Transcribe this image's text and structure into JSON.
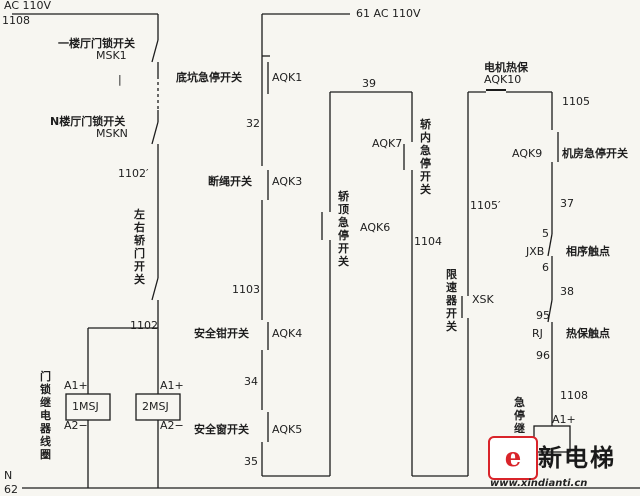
{
  "diagram": {
    "supply_top": "AC 110V",
    "supply_top_wire": "1108",
    "supply_right": "61  AC 110V",
    "neutral_label": "N",
    "neutral_wire": "62",
    "switches": {
      "msk1_name": "一楼厅门锁开关",
      "msk1_code": "MSK1",
      "mskn_name": "N楼厅门锁开关",
      "mskn_code": "MSKN",
      "car_door": "左右轿门开关",
      "aqk1_name": "底坑急停开关",
      "aqk1_code": "AQK1",
      "aqk3_name": "断绳开关",
      "aqk3_code": "AQK3",
      "aqk4_name": "安全钳开关",
      "aqk4_code": "AQK4",
      "aqk5_name": "安全窗开关",
      "aqk5_code": "AQK5",
      "aqk6_name": "轿顶急停开关",
      "aqk6_code": "AQK6",
      "aqk7_name": "轿内急停开关",
      "aqk7_code": "AQK7",
      "aqk10_name": "电机热保",
      "aqk10_code": "AQK10",
      "xsk_name": "限速器开关",
      "xsk_code": "XSK",
      "aqk9_name": "机房急停开关",
      "aqk9_code": "AQK9",
      "jxb_name": "相序触点",
      "jxb_code": "JXB",
      "rj_name": "热保触点",
      "rj_code": "RJ"
    },
    "wires": {
      "w1102p": "1102′",
      "w1102": "1102",
      "w32": "32",
      "w1103": "1103",
      "w34": "34",
      "w35": "35",
      "w39": "39",
      "w1104": "1104",
      "w1105p": "1105′",
      "w1105": "1105",
      "w37": "37",
      "w5": "5",
      "w6": "6",
      "w38": "38",
      "w95": "95",
      "w96": "96",
      "w1108b": "1108"
    },
    "coils": {
      "msj1": "1MSJ",
      "msj2": "2MSJ",
      "a1": "A1+",
      "a2": "A2−",
      "group_label": "门锁继电器线圈",
      "estop_label": "急停继",
      "estop_a1": "A1+"
    },
    "dash_between": "|"
  },
  "watermark": {
    "logo_char": "e",
    "cn": "新电梯",
    "url": "www.xindianti.cn"
  }
}
